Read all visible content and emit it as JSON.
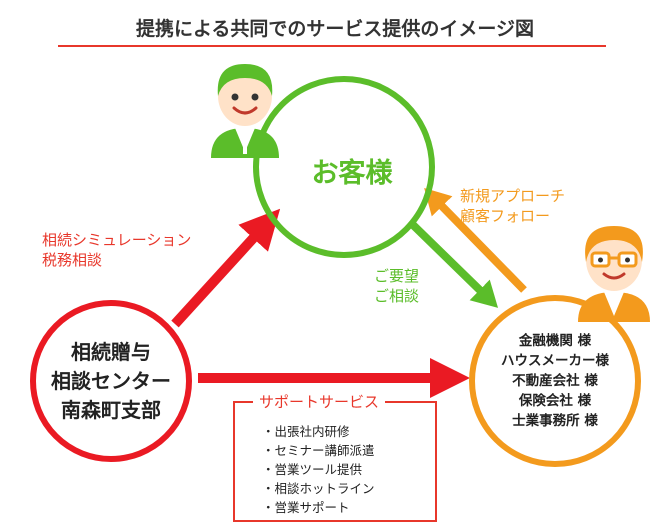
{
  "title": "提携による共同でのサービス提供のイメージ図",
  "customer": {
    "label": "お客様"
  },
  "center": {
    "lines": [
      "相続贈与",
      "相談センター",
      "南森町支部"
    ]
  },
  "partners": {
    "lines": [
      "金融機関 様",
      "ハウスメーカー様",
      "不動産会社 様",
      "保険会社 様",
      "士業事務所 様"
    ]
  },
  "arrows": {
    "center_to_customer": {
      "lines": [
        "相続シミュレーション",
        "税務相談"
      ]
    },
    "customer_to_partners": {
      "lines": [
        "ご要望",
        "ご相談"
      ]
    },
    "partners_to_customer": {
      "lines": [
        "新規アプローチ",
        "顧客フォロー"
      ]
    }
  },
  "support_services": {
    "title": "サポートサービス",
    "items": [
      "出張社内研修",
      "セミナー講師派遣",
      "営業ツール提供",
      "相談ホットライン",
      "営業サポート"
    ]
  },
  "colors": {
    "red": "#ea1a23",
    "green": "#5bbd2a",
    "orange": "#f39a1d",
    "skin": "#ffe2c8"
  },
  "icons": [
    "customer-person-icon",
    "partner-person-icon"
  ]
}
